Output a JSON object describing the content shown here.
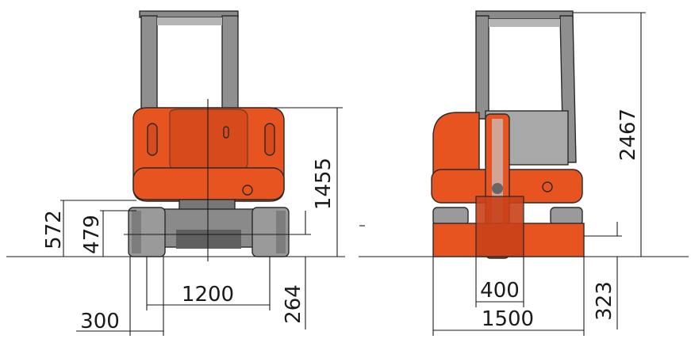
{
  "dimensions": {
    "rear_view": {
      "overall_height": "1455",
      "upper_clearance": "572",
      "lower_clearance": "479",
      "track_gauge": "1200",
      "track_width": "300",
      "ground_clearance": "264"
    },
    "front_view": {
      "cab_height": "2467",
      "boom_width": "400",
      "blade_width": "1500",
      "blade_height": "323"
    }
  },
  "colors": {
    "body": "#e8541f",
    "track": "#9a9a9a",
    "canopy": "#8a8a8a"
  }
}
